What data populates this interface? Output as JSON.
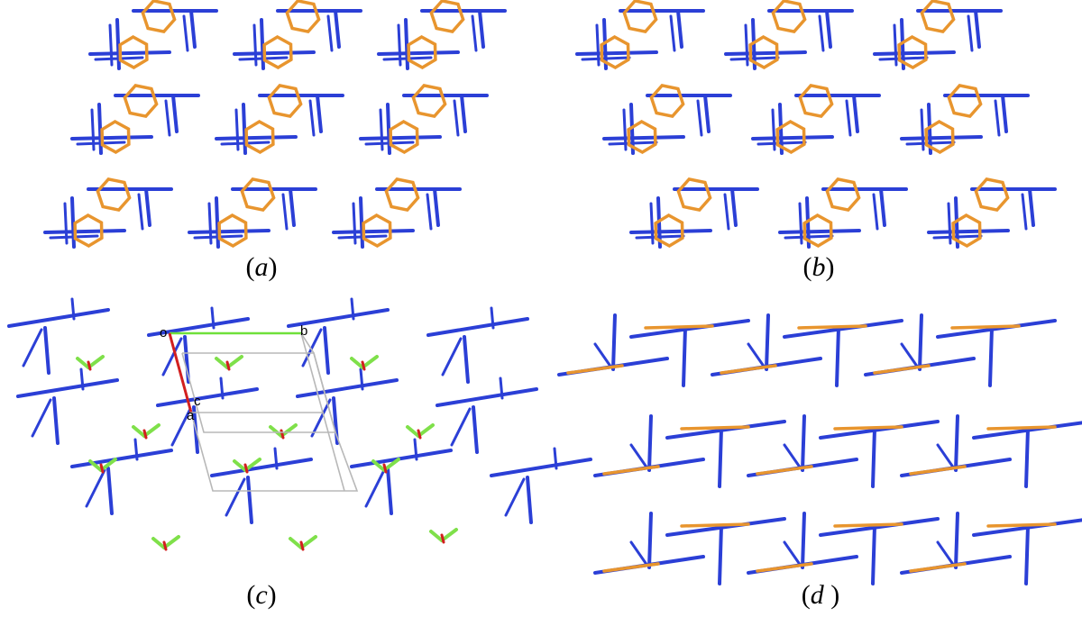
{
  "panels": [
    {
      "id": "a",
      "open": "(",
      "letter": "a",
      "close": ")"
    },
    {
      "id": "b",
      "open": "(",
      "letter": "b",
      "close": ")"
    },
    {
      "id": "c",
      "open": "(",
      "letter": "c",
      "close": ")"
    },
    {
      "id": "d",
      "open": "(",
      "letter": "d",
      "close": " )"
    }
  ],
  "unit_cell_labels": {
    "origin": "o",
    "a": "a",
    "b": "b",
    "c": "c"
  },
  "colors": {
    "framework": "#2b3fd6",
    "guest_ring": "#e8952e",
    "guest_green": "#7fe04a",
    "axis_a": "#d21f1f",
    "axis_b": "#6fe03a",
    "cell_edge": "#b8b8b8"
  }
}
